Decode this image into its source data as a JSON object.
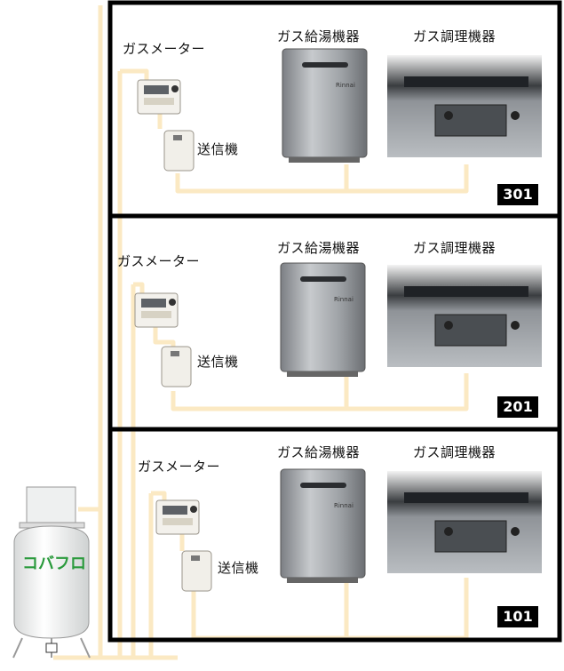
{
  "floors": [
    {
      "room": "301",
      "meter_label": "ガスメーター",
      "transmitter_label": "送信機",
      "heater_label": "ガス給湯機器",
      "stove_label": "ガス調理機器"
    },
    {
      "room": "201",
      "meter_label": "ガスメーター",
      "transmitter_label": "送信機",
      "heater_label": "ガス給湯機器",
      "stove_label": "ガス調理機器"
    },
    {
      "room": "101",
      "meter_label": "ガスメーター",
      "transmitter_label": "送信機",
      "heater_label": "ガス給湯機器",
      "stove_label": "ガス調理機器"
    }
  ],
  "tank": {
    "logo_text": "コバフロ"
  },
  "colors": {
    "pipe": "#fbe9c3",
    "frame": "#000000"
  }
}
